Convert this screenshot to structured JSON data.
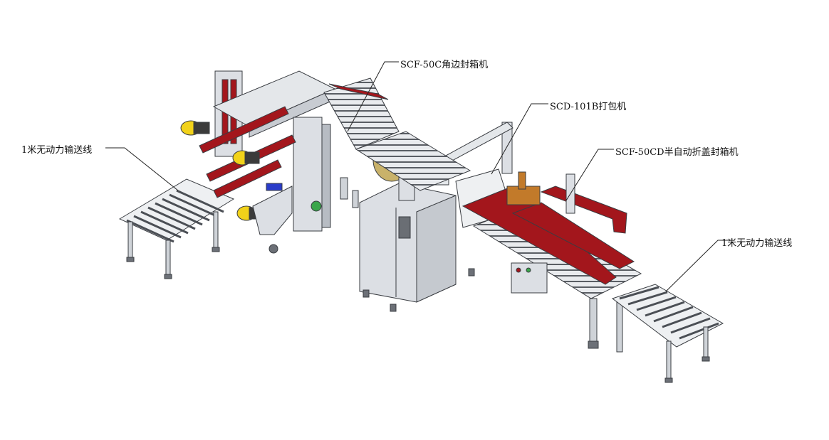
{
  "labels": {
    "conveyor_left": "1米无动力输送线",
    "corner_sealer": "SCF-50C角边封箱机",
    "strapping_machine": "SCD-101B打包机",
    "semi_auto_sealer": "SCF-50CD半自动折盖封箱机",
    "conveyor_right": "1米无动力输送线"
  },
  "colors": {
    "frame": "#dcdfe4",
    "frame_dark": "#9aa1ab",
    "outline": "#3a3d42",
    "accent_red": "#a3161c",
    "motor_yellow": "#f2d21a",
    "tape_gold": "#c9b26a",
    "green_wheel": "#3aa64a",
    "blue_part": "#2a3cc9"
  }
}
